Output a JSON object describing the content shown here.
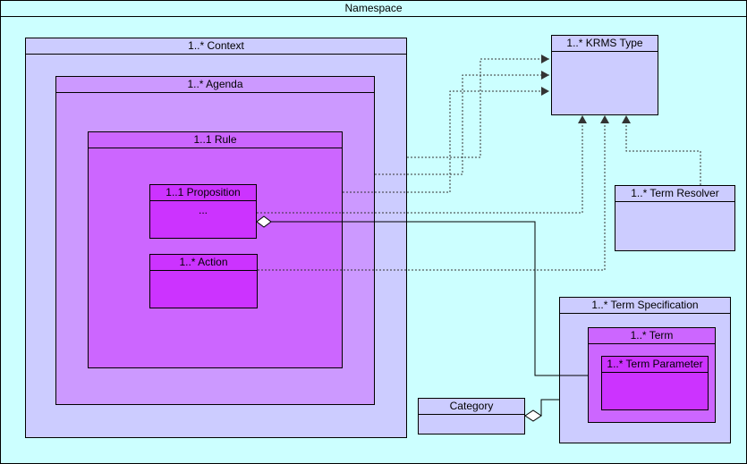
{
  "colors": {
    "namespace_bg": "#ccffff",
    "context_bg": "#ccccff",
    "agenda_bg": "#cc99ff",
    "rule_bg": "#cc66ff",
    "proposition_bg": "#cc33ff",
    "krms_bg": "#ccccff",
    "term_spec_bg": "#ccccff",
    "term_bg": "#cc66ff",
    "term_param_bg": "#cc33ff",
    "category_bg": "#ccccff"
  },
  "diagram": {
    "namespace": {
      "title": "Namespace"
    },
    "context": {
      "title": "1..* Context"
    },
    "agenda": {
      "title": "1..* Agenda"
    },
    "rule": {
      "title": "1..1 Rule"
    },
    "proposition": {
      "title": "1..1 Proposition",
      "body": "..."
    },
    "action": {
      "title": "1..* Action"
    },
    "krms_type": {
      "title": "1..* KRMS Type"
    },
    "term_resolver": {
      "title": "1..* Term Resolver"
    },
    "term_specification": {
      "title": "1..* Term Specification"
    },
    "term": {
      "title": "1..* Term"
    },
    "term_parameter": {
      "title": "1..* Term Parameter"
    },
    "category": {
      "title": "Category"
    }
  }
}
